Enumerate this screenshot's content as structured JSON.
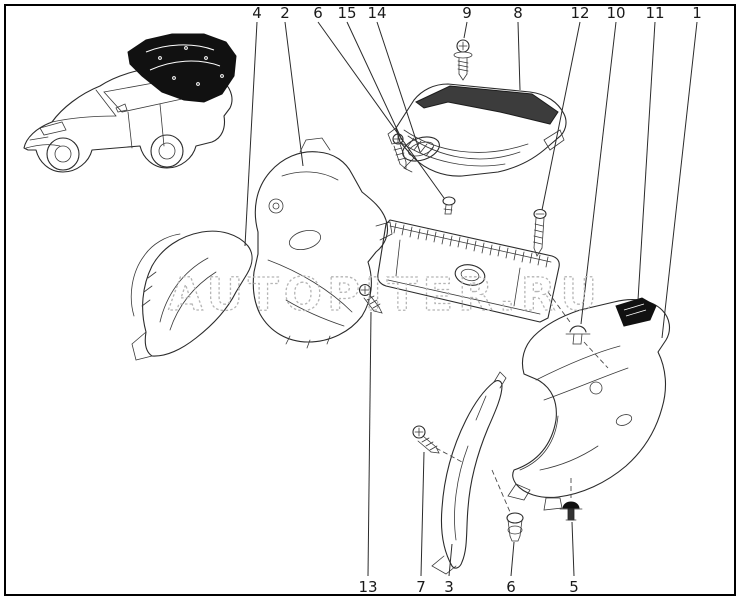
{
  "diagram": {
    "watermark": "AUTOPITER.RU",
    "callouts_top": [
      {
        "label": "4"
      },
      {
        "label": "2"
      },
      {
        "label": "6"
      },
      {
        "label": "15"
      },
      {
        "label": "14"
      },
      {
        "label": "9"
      },
      {
        "label": "8"
      },
      {
        "label": "12"
      },
      {
        "label": "10"
      },
      {
        "label": "11"
      },
      {
        "label": "1"
      }
    ],
    "callouts_bottom": [
      {
        "label": "13"
      },
      {
        "label": "7"
      },
      {
        "label": "3"
      },
      {
        "label": "6"
      },
      {
        "label": "5"
      }
    ],
    "colors": {
      "line": "#2b2b2b",
      "watermark": "#b5b5b5",
      "background": "#ffffff",
      "highlight_fill": "#111111"
    }
  }
}
